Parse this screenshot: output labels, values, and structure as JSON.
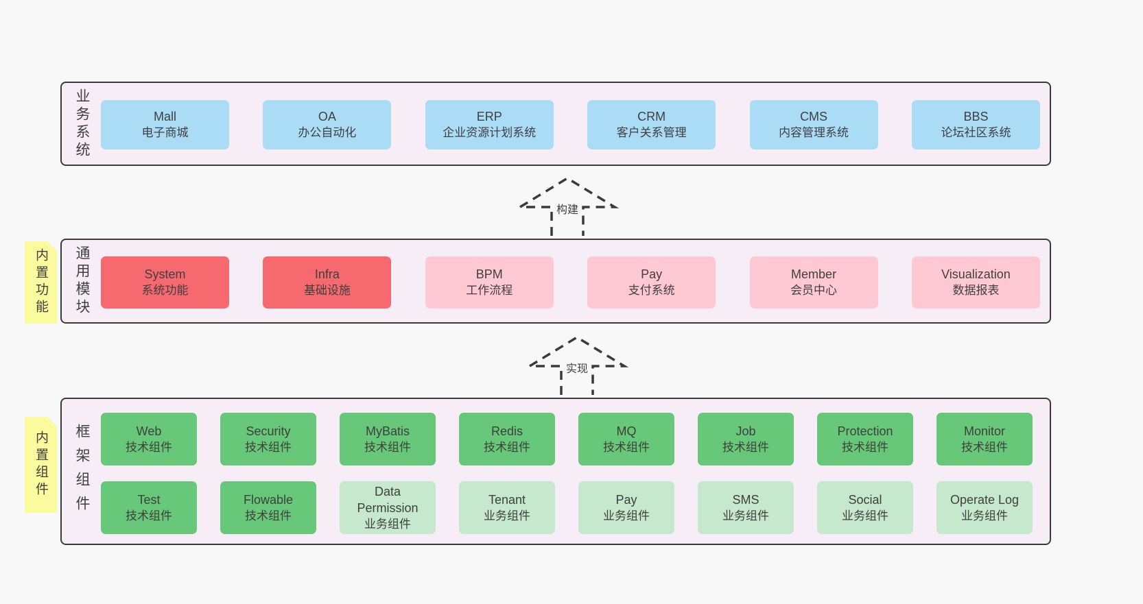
{
  "colors": {
    "page_bg": "#f8f8f8",
    "container_bg": "#f7edf6",
    "container_border": "#3a3a3a",
    "blue": "#aadcf6",
    "red": "#f5696f",
    "pink": "#ffc9d3",
    "green": "#66c878",
    "light_green": "#c6e8cc",
    "sticky_yellow": "#fbfb9d"
  },
  "arrows": [
    {
      "label": "构建"
    },
    {
      "label": "实现"
    }
  ],
  "layers": {
    "business": {
      "side_label": "业务系统",
      "boxes": [
        {
          "name": "Mall",
          "desc": "电子商城"
        },
        {
          "name": "OA",
          "desc": "办公自动化"
        },
        {
          "name": "ERP",
          "desc": "企业资源计划系统"
        },
        {
          "name": "CRM",
          "desc": "客户关系管理"
        },
        {
          "name": "CMS",
          "desc": "内容管理系统"
        },
        {
          "name": "BBS",
          "desc": "论坛社区系统"
        }
      ]
    },
    "modules": {
      "sticky": "内置功能",
      "side_label": "通用模块",
      "boxes": [
        {
          "name": "System",
          "desc": "系统功能"
        },
        {
          "name": "Infra",
          "desc": "基础设施"
        },
        {
          "name": "BPM",
          "desc": "工作流程"
        },
        {
          "name": "Pay",
          "desc": "支付系统"
        },
        {
          "name": "Member",
          "desc": "会员中心"
        },
        {
          "name": "Visualization",
          "desc": "数据报表"
        }
      ]
    },
    "components": {
      "sticky": "内置组件",
      "side_label": "框架组件",
      "row1": [
        {
          "name": "Web",
          "desc": "技术组件"
        },
        {
          "name": "Security",
          "desc": "技术组件"
        },
        {
          "name": "MyBatis",
          "desc": "技术组件"
        },
        {
          "name": "Redis",
          "desc": "技术组件"
        },
        {
          "name": "MQ",
          "desc": "技术组件"
        },
        {
          "name": "Job",
          "desc": "技术组件"
        },
        {
          "name": "Protection",
          "desc": "技术组件"
        },
        {
          "name": "Monitor",
          "desc": "技术组件"
        }
      ],
      "row2": [
        {
          "name": "Test",
          "desc": "技术组件"
        },
        {
          "name": "Flowable",
          "desc": "技术组件"
        },
        {
          "name": "Data Permission",
          "desc": "业务组件"
        },
        {
          "name": "Tenant",
          "desc": "业务组件"
        },
        {
          "name": "Pay",
          "desc": "业务组件"
        },
        {
          "name": "SMS",
          "desc": "业务组件"
        },
        {
          "name": "Social",
          "desc": "业务组件"
        },
        {
          "name": "Operate Log",
          "desc": "业务组件"
        }
      ]
    }
  }
}
